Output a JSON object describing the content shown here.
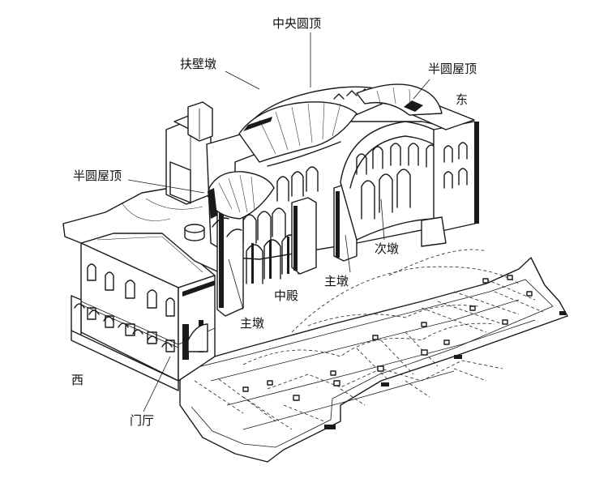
{
  "labels": {
    "central_dome": "中央圆顶",
    "buttress_pier": "扶壁墩",
    "semi_dome_east": "半圆屋顶",
    "east": "东",
    "semi_dome_west": "半圆屋顶",
    "secondary_pier": "次墩",
    "main_pier_right": "主墩",
    "nave": "中殿",
    "main_pier_left": "主墩",
    "west": "西",
    "vestibule": "门厅"
  }
}
